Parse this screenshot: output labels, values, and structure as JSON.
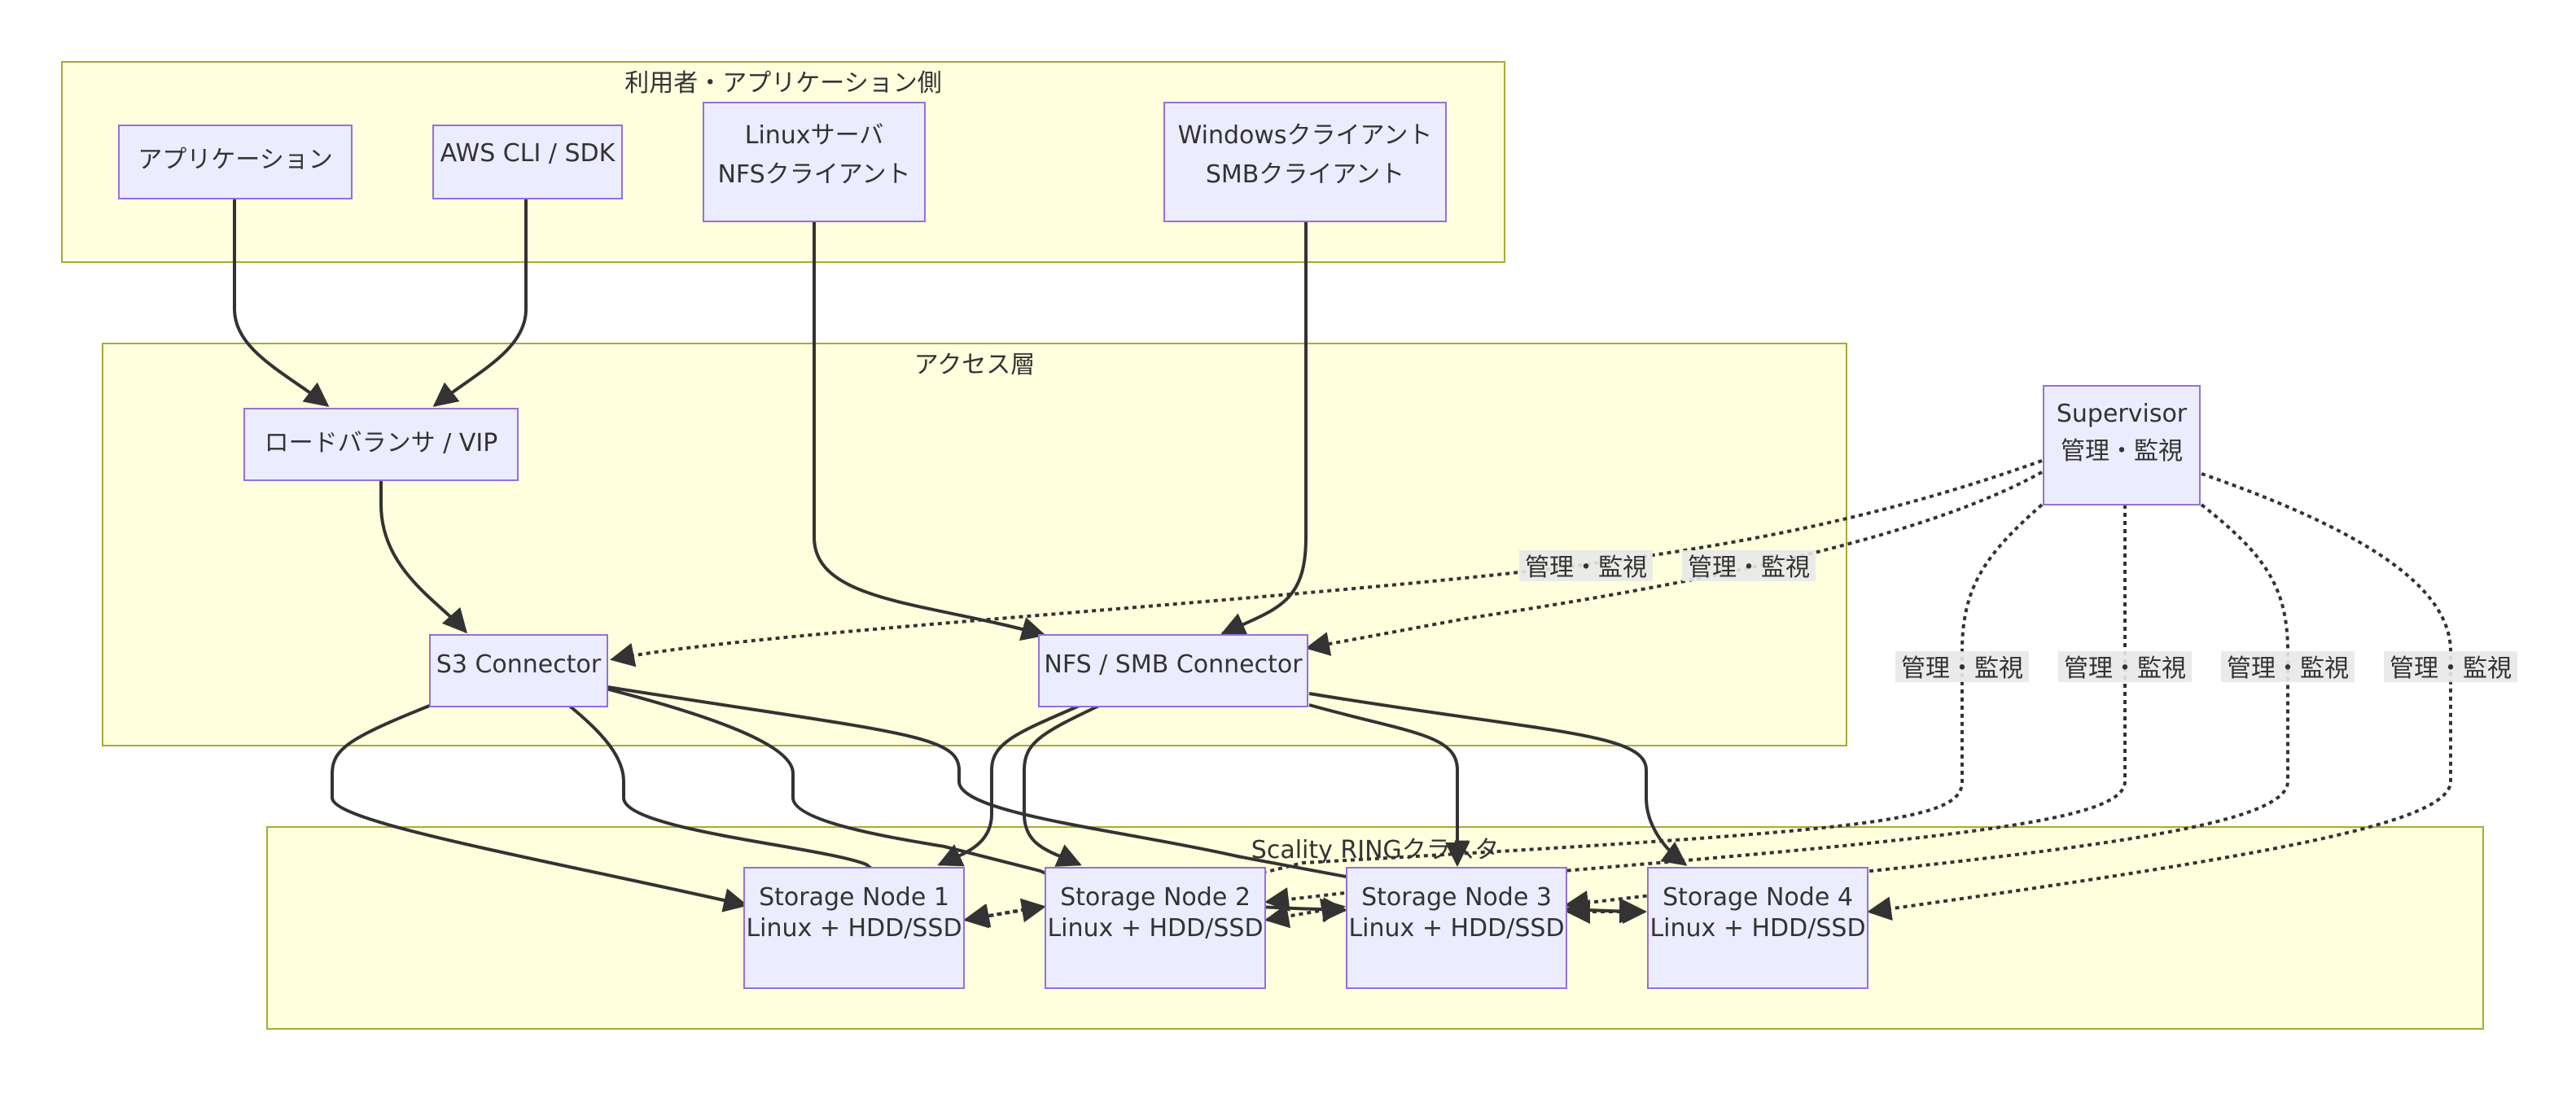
{
  "groups": {
    "users": "利用者・アプリケーション側",
    "access": "アクセス層",
    "ring": "Scality RINGクラスタ"
  },
  "nodes": {
    "app": [
      "アプリケーション"
    ],
    "cli": [
      "AWS CLI / SDK"
    ],
    "linux": [
      "Linuxサーバ",
      "NFSクライアント"
    ],
    "windows": [
      "Windowsクライアント",
      "SMBクライアント"
    ],
    "lb": [
      "ロードバランサ / VIP"
    ],
    "s3": [
      "S3 Connector"
    ],
    "nfs": [
      "NFS / SMB Connector"
    ],
    "supervisor": [
      "Supervisor",
      "管理・監視"
    ],
    "sn1": [
      "Storage Node 1",
      "Linux + HDD/SSD"
    ],
    "sn2": [
      "Storage Node 2",
      "Linux + HDD/SSD"
    ],
    "sn3": [
      "Storage Node 3",
      "Linux + HDD/SSD"
    ],
    "sn4": [
      "Storage Node 4",
      "Linux + HDD/SSD"
    ]
  },
  "edge_labels": {
    "sup_s3": "管理・監視",
    "sup_nfs": "管理・監視",
    "sup_sn1": "管理・監視",
    "sup_sn2": "管理・監視",
    "sup_sn3": "管理・監視",
    "sup_sn4": "管理・監視"
  },
  "colors": {
    "cluster_fill": "#ffffde",
    "cluster_stroke": "#aaaa33",
    "node_fill": "#ececff",
    "node_stroke": "#9370db",
    "edge": "#333333"
  }
}
